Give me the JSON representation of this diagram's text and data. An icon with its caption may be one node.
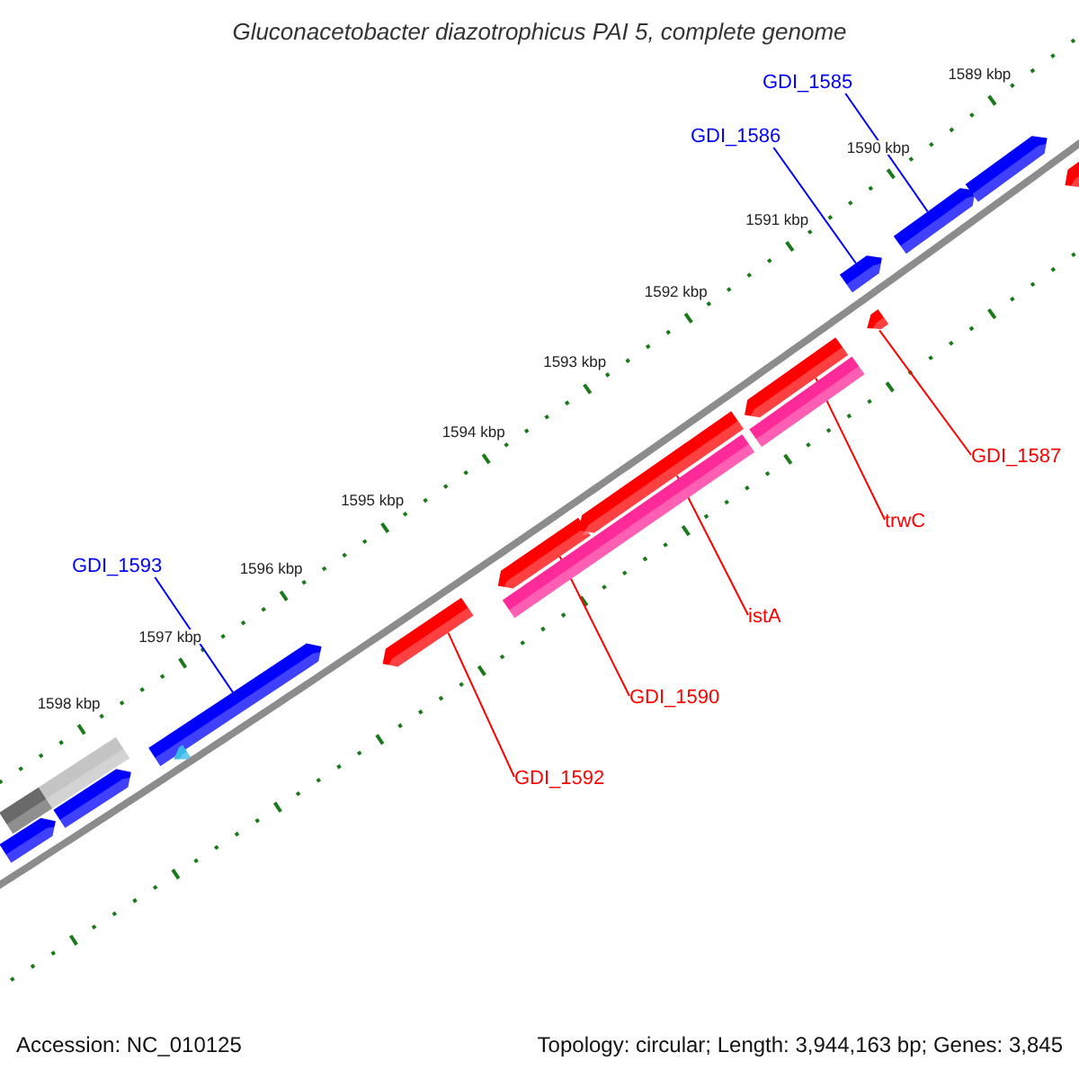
{
  "diagram": {
    "title": "Gluconacetobacter diazotrophicus PAI 5, complete genome",
    "nodes": [
      {
        "text": [
          "GDI_1585"
        ]
      },
      {
        "text": [
          "GDI_1586"
        ]
      },
      {
        "text": [
          "GDI_1593"
        ]
      },
      {
        "text": [
          "GDI_1587"
        ]
      },
      {
        "text": [
          "trwC"
        ]
      },
      {
        "text": [
          "istA"
        ]
      },
      {
        "text": [
          "GDI_1590"
        ]
      },
      {
        "text": [
          "GDI_1592"
        ]
      },
      {
        "text": [],
        "shape": "bar"
      },
      {
        "text": [],
        "shape": "arrow"
      },
      {
        "text": [],
        "shape": "bar"
      },
      {
        "text": [],
        "shape": "arrow"
      },
      {
        "text": [],
        "shape": "arrow"
      },
      {
        "text": [],
        "shape": "arrow"
      },
      {
        "text": [],
        "shape": "arrow"
      },
      {
        "text": [],
        "shape": "bar"
      },
      {
        "text": [],
        "shape": "arrow"
      },
      {
        "text": [],
        "shape": "arrow"
      },
      {
        "text": [],
        "shape": "bar"
      },
      {
        "text": [],
        "shape": "arrow"
      },
      {
        "text": [],
        "shape": "arrow"
      },
      {
        "text": [],
        "shape": "arrow"
      },
      {
        "text": [],
        "shape": "arrow"
      },
      {
        "text": [],
        "shape": "arrow"
      },
      {
        "text": [],
        "shape": "arrow"
      }
    ],
    "edges": [
      {
        "from": 0,
        "to": 22,
        "arrow": "none",
        "color": "#0000ff"
      },
      {
        "from": 1,
        "to": 21,
        "arrow": "none",
        "color": "#0000ff"
      },
      {
        "from": 2,
        "to": 12,
        "arrow": "none",
        "color": "#0000ff"
      },
      {
        "from": 3,
        "to": 20,
        "arrow": "none"
      },
      {
        "from": 4,
        "to": 19,
        "arrow": "none"
      },
      {
        "from": 5,
        "to": 17,
        "arrow": "none"
      },
      {
        "from": 6,
        "to": 16,
        "arrow": "none"
      },
      {
        "from": 7,
        "to": 14,
        "arrow": "none"
      }
    ],
    "labels": [
      "1589 kbp",
      "1590 kbp",
      "1591 kbp",
      "1592 kbp",
      "1593 kbp",
      "1594 kbp",
      "1595 kbp",
      "1596 kbp",
      "1597 kbp",
      "1598 kbp",
      "Accession: NC_010125",
      "Topology: circular; Length: 3,944,163 bp; Genes: 3,845"
    ]
  }
}
